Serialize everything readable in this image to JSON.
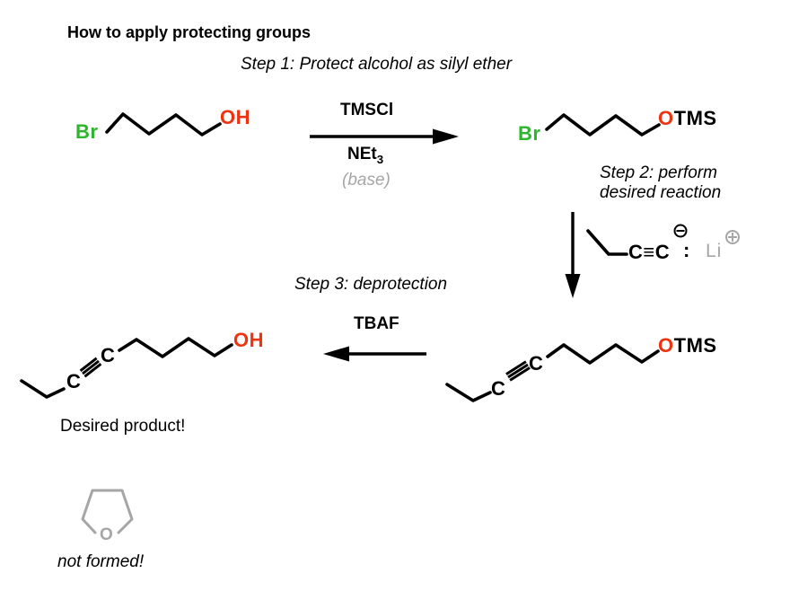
{
  "title": "How to apply protecting groups",
  "steps": {
    "step1": "Step 1: Protect alcohol as silyl ether",
    "step2_line1": "Step 2: perform",
    "step2_line2": "desired reaction",
    "step3": "Step 3: deprotection"
  },
  "reagents": {
    "silylating_agent": "TMSCl",
    "base": "NEt",
    "base_subscript": "3",
    "base_note": "(base)",
    "deprotection_agent": "TBAF"
  },
  "molecules": {
    "bromo_alcohol": {
      "halide_label": "Br",
      "hydroxyl_label": "OH"
    },
    "bromo_silyl_ether": {
      "halide_label": "Br",
      "oxygen_label": "O",
      "silyl_label": "TMS"
    },
    "lithium_acetylide": {
      "alkyne_label": "C≡C",
      "lone_pair": ":",
      "metal_label": "Li",
      "carbanion_charge": "−",
      "metal_charge": "+"
    },
    "alkyne_silyl_ether": {
      "alkyne_c1": "C",
      "alkyne_c2": "C",
      "oxygen_label": "O",
      "silyl_label": "TMS"
    },
    "alkyne_alcohol": {
      "alkyne_c1": "C",
      "alkyne_c2": "C",
      "hydroxyl_label": "OH"
    },
    "thf_byproduct": {
      "oxygen_label": "O"
    }
  },
  "captions": {
    "desired_product": "Desired product!",
    "not_formed": "not formed!"
  },
  "colors": {
    "bromine": "#2db52d",
    "oxygen": "#ee3311",
    "muted_gray": "#a6a6a6",
    "bond": "#000000"
  }
}
